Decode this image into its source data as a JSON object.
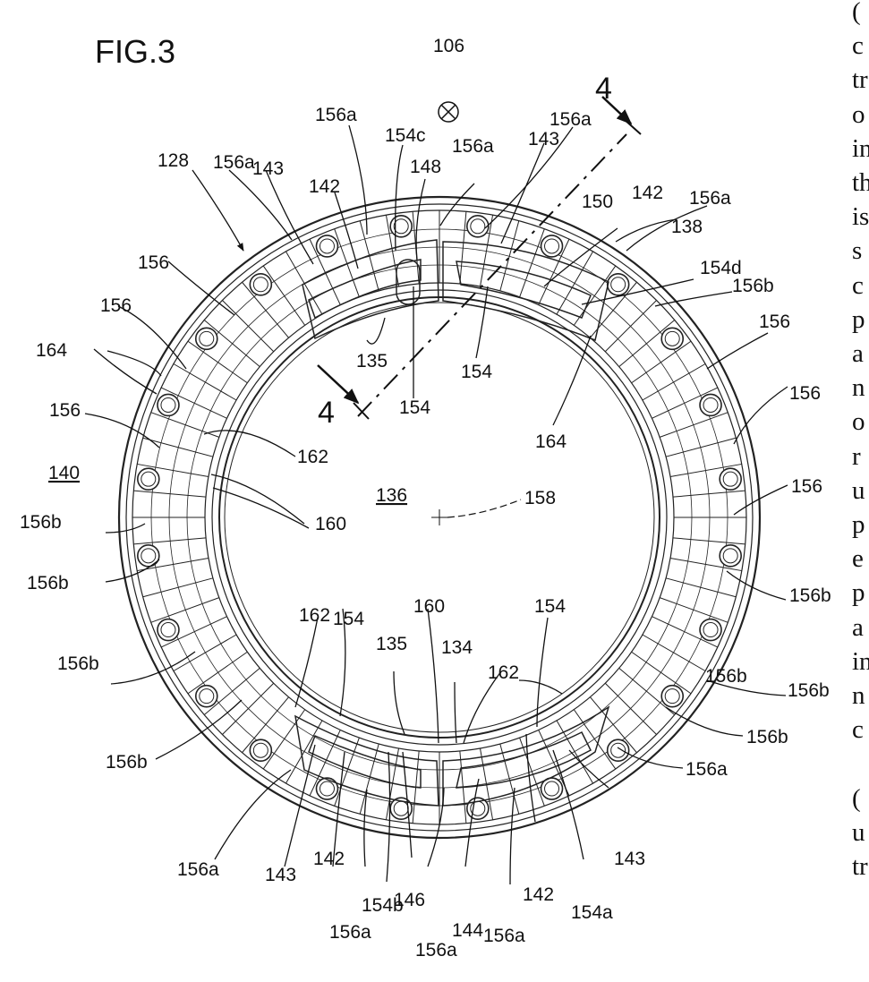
{
  "figure": {
    "title": "FIG.3",
    "section_marker": "4",
    "labels": {
      "l106": "106",
      "l128": "128",
      "l140": "140",
      "l136": "136",
      "l158": "158",
      "l135a": "135",
      "l135b": "135",
      "l154c": "154c",
      "l148": "148",
      "l150": "150",
      "l138": "138",
      "l154d": "154d",
      "l164a": "164",
      "l164b": "164",
      "l162a": "162",
      "l162b": "162",
      "l162c": "162",
      "l160a": "160",
      "l160b": "160",
      "l154a1": "154",
      "l154a2": "154",
      "l154a3": "154",
      "l154a4": "154",
      "l134": "134",
      "l146": "146",
      "l144": "144",
      "l154b": "154b",
      "l154a": "154a",
      "l142a": "142",
      "l142b": "142",
      "l142c": "142",
      "l142d": "142",
      "l143a": "143",
      "l143b": "143",
      "l143c": "143",
      "l143d": "143",
      "l156a_1": "156a",
      "l156a_2": "156a",
      "l156a_3": "156a",
      "l156a_4": "156a",
      "l156a_5": "156a",
      "l156a_6": "156a",
      "l156a_7": "156a",
      "l156a_8": "156a",
      "l156a_9": "156a",
      "l156a_10": "156a",
      "l156b_1": "156b",
      "l156b_2": "156b",
      "l156b_3": "156b",
      "l156b_4": "156b",
      "l156b_5": "156b",
      "l156b_6": "156b",
      "l156b_7": "156b",
      "l156b_8": "156b",
      "l156b_9": "156b",
      "l156_1": "156",
      "l156_2": "156",
      "l156_3": "156",
      "l156_4": "156",
      "l156_5": "156",
      "l156_6": "156"
    }
  },
  "right_text": "(\nc\ntr\no\nin\nth\nis\ns\nc\np\na\nn\no\nr\nu\np\ne\np\na\nin\nn\nc\n\n(\nu\ntr"
}
